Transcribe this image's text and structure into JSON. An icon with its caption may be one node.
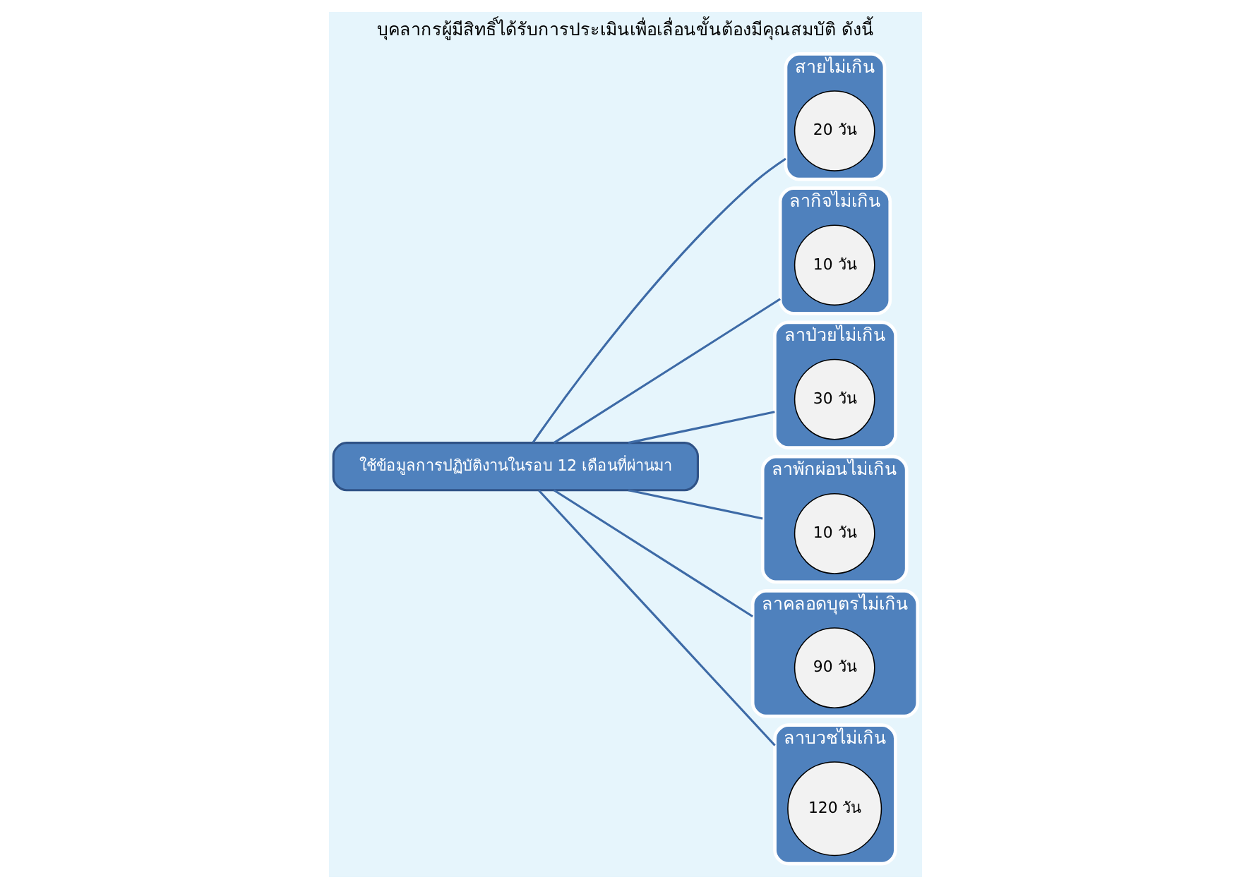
{
  "diagram": {
    "title": "บุคลากรผู้มีสิทธิ์ได้รับการประเมินเพื่อเลื่อนขั้นต้องมีคุณสมบัติ ดังนี้",
    "nodes": [
      {
        "text": [
          "สายไม่เกิน"
        ]
      },
      {
        "text": [
          "20 วัน"
        ],
        "in": 0
      },
      {
        "text": [
          "ลากิจไม่เกิน"
        ]
      },
      {
        "text": [
          "10 วัน"
        ],
        "in": 2
      },
      {
        "text": [
          "ลาป่วยไม่เกิน"
        ]
      },
      {
        "text": [
          "30 วัน"
        ],
        "in": 4
      },
      {
        "text": [
          "ลาพักผ่อนไม่เกิน"
        ]
      },
      {
        "text": [
          "10 วัน"
        ],
        "in": 6
      },
      {
        "text": [
          "ลาคลอดบุตรไม่เกิน"
        ]
      },
      {
        "text": [
          "90 วัน"
        ],
        "in": 8
      },
      {
        "text": [
          "ลาบวชไม่เกิน"
        ]
      },
      {
        "text": [
          "120 วัน"
        ],
        "in": 10
      },
      {
        "text": [
          "ใช้ข้อมูลการปฏิบัติงานในรอบ 12 เดือนที่ผ่านมา"
        ]
      }
    ],
    "edges": [
      {
        "from": 12,
        "to": 0,
        "arrow": "none"
      },
      {
        "from": 12,
        "to": 2,
        "arrow": "none"
      },
      {
        "from": 12,
        "to": 4,
        "arrow": "none"
      },
      {
        "from": 12,
        "to": 6,
        "arrow": "none"
      },
      {
        "from": 12,
        "to": 8,
        "arrow": "none"
      },
      {
        "from": 12,
        "to": 10,
        "arrow": "none"
      }
    ]
  }
}
